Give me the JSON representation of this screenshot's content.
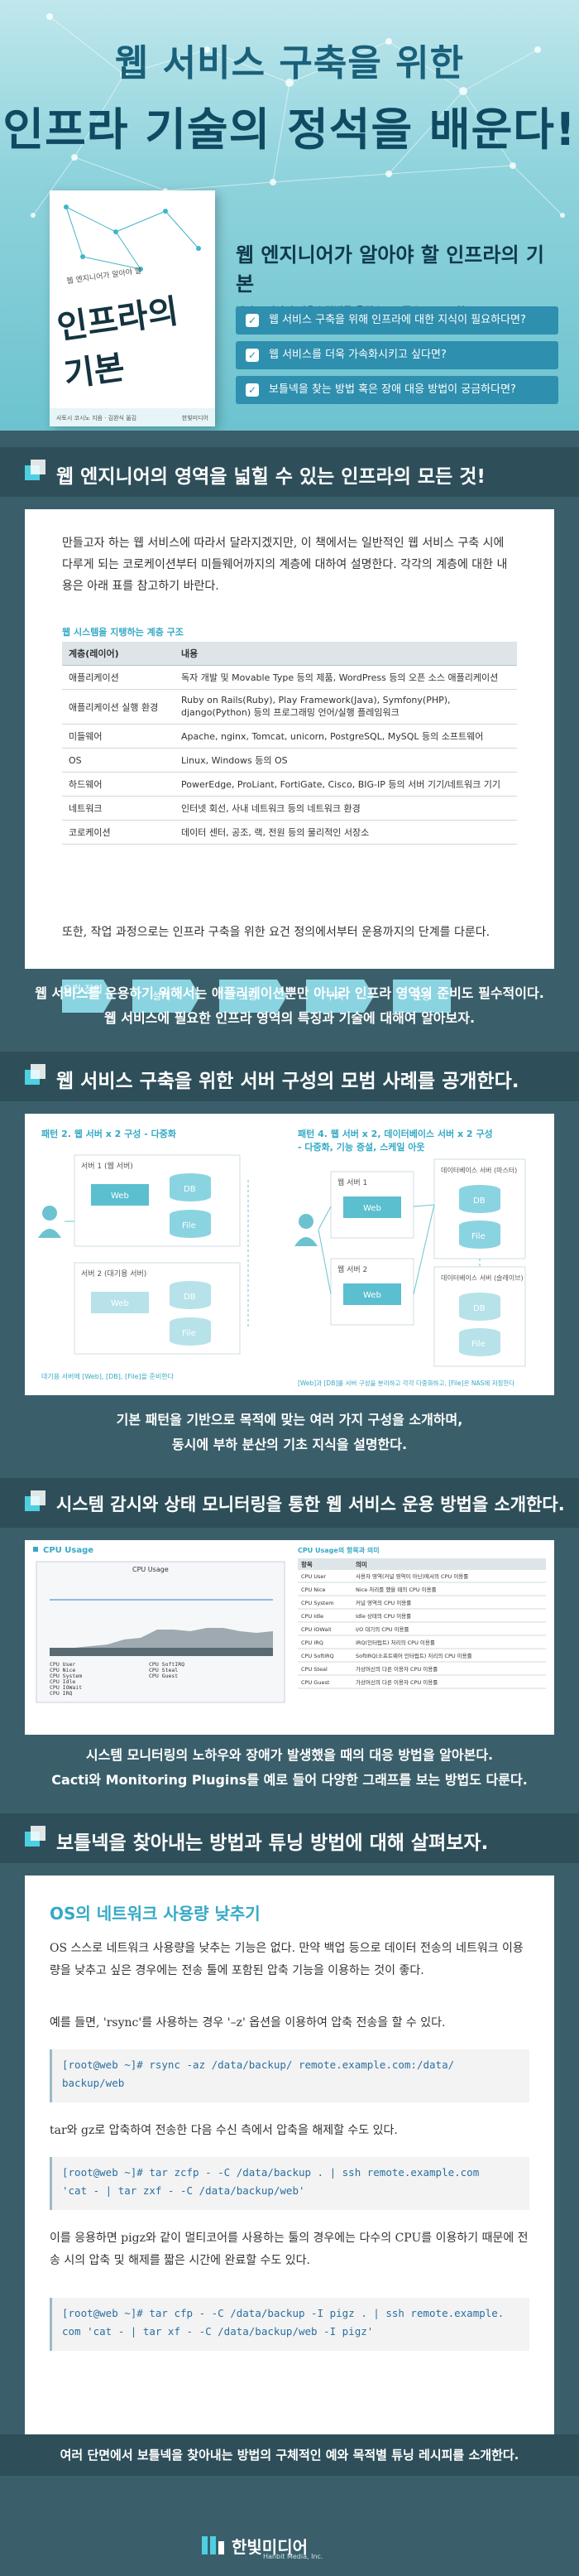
{
  "hero": {
    "line1": "웹 서비스 구축을 위한",
    "line2": "인프라 기술의 정석을 배운다!",
    "book_title": "인프라의 기본",
    "book_sub": "웹 엔지니어가 알아야 할",
    "book_authors": "사토시 코시노 지음 · 김완식 옮김",
    "book_publisher": "한빛미디어",
    "subtitle": "웹 엔지니어가 알아야 할 인프라의 기본",
    "meta": "바바 도시아키 지음 | 김범국 옮김 | 332쪽 | 23,000원",
    "checks": [
      "웹 서비스 구축을 위해 인프라에 대한 지식이 필요하다면?",
      "웹 서비스를 더욱 가속화시키고 싶다면?",
      "보틀넥을 찾는 방법 혹은 장애 대응 방법이 궁금하다면?"
    ],
    "check_icon": "check-icon"
  },
  "section1": {
    "heading": "웹 엔지니어의 영역을 넓힐 수 있는 인프라의 모든 것!",
    "intro": "만들고자 하는 웹 서비스에 따라서 달라지겠지만, 이 책에서는 일반적인 웹 서비스 구축 시에 다루게 되는 코로케이션부터 미들웨어까지의 계층에 대하여 설명한다. 각각의 계층에 대한 내용은 아래 표를 참고하기 바란다.",
    "table_title": "웹 시스템을 지탱하는 계층 구조",
    "table_headers": [
      "계층(레이어)",
      "내용"
    ],
    "table_rows": [
      [
        "애플리케이션",
        "독자 개발 및 Movable Type 등의 제품, WordPress 등의 오픈 소스 애플리케이션"
      ],
      [
        "애플리케이션 실행 환경",
        "Ruby on Rails(Ruby), Play Framework(Java), Symfony(PHP), django(Python) 등의 프로그래밍 언어/실행 플레임워크"
      ],
      [
        "미들웨어",
        "Apache, nginx, Tomcat, unicorn, PostgreSQL, MySQL 등의 소프트웨어"
      ],
      [
        "OS",
        "Linux, Windows 등의 OS"
      ],
      [
        "하드웨어",
        "PowerEdge, ProLiant, FortiGate, Cisco, BIG-IP 등의 서버 기기/네트워크 기기"
      ],
      [
        "네트워크",
        "인터넷 회선, 사내 네트워크 등의 네트워크 환경"
      ],
      [
        "코로케이션",
        "데이터 센터, 공조, 랙, 전원 등의 물리적인 서장소"
      ]
    ],
    "outro": "또한, 작업 과정으로는 인프라 구축을 위한 요건 정의에서부터 운용까지의 단계를 다룬다.",
    "flow": [
      "요건 정의",
      "설계",
      "조달",
      "구축",
      "운용"
    ],
    "caption": [
      "웹 서비스를 운용하기 위해서는 애플리케이션뿐만 아니라 인프라 영역의 준비도 필수적이다.",
      "웹 서비스에 필요한 인프라 영역의 특징과 기술에 대해여 알아보자."
    ]
  },
  "section2": {
    "heading": "웹 서비스 구축을 위한 서버 구성의 모범 사례를 공개한다.",
    "left_title": "패턴 2. 웹 서버 x 2 구성 - 다중화",
    "right_title": "패턴 4. 웹 서버 x 2, 데이터베이스 서버 x 2 구성",
    "right_title2": "- 다중화, 기능 증설, 스케일 아웃",
    "left_box1": "서버 1 (웹 서버)",
    "left_box2": "서버 2 (대기용 서버)",
    "web": "Web",
    "db": "DB",
    "file": "File",
    "web_server1": "웹 서버 1",
    "web_server2": "웹 서버 2",
    "db_master": "데이터베이스 서버 (마스터)",
    "db_slave": "데이터베이스 서버 (슬레이브)",
    "left_note": "대기용 서버에 [Web], [DB], [File]을 준비한다",
    "right_note": "[Web]과 [DB]를 서버 구성을 분리하고 각각 다중화하고, [File]은 NAS에 저장한다",
    "caption": [
      "기본 패턴을 기반으로 목적에 맞는 여러 가지 구성을 소개하며,",
      "동시에 부하 분산의 기초 지식을 설명한다."
    ]
  },
  "section3": {
    "heading": "시스템 감시와 상태 모니터링을 통한 웹 서비스 운용 방법을 소개한다.",
    "chart_title": "CPU Usage",
    "chart_subtitle": "CPU Usage",
    "legend": [
      "CPU User",
      "CPU Nice",
      "CPU System",
      "CPU Idle",
      "CPU IOWait",
      "CPU IRQ",
      "CPU SoftIRQ",
      "CPU Steal",
      "CPU Guest"
    ],
    "table_title": "CPU Usage의 항목과 의미",
    "table_headers": [
      "항목",
      "의미"
    ],
    "table_rows": [
      [
        "CPU User",
        "사용자 영역(커널 영역이 아닌)에서의 CPU 이용률"
      ],
      [
        "CPU Nice",
        "Nice 처리를 했을 때의 CPU 이용률"
      ],
      [
        "CPU System",
        "커널 영역의 CPU 이용률"
      ],
      [
        "CPU Idle",
        "Idle 상태의 CPU 이용률"
      ],
      [
        "CPU IOWait",
        "I/O 대기의 CPU 이용률"
      ],
      [
        "CPU IRQ",
        "IRQ(인터럽트) 처리의 CPU 이용률"
      ],
      [
        "CPU SoftIRQ",
        "SoftIRQ(소프트웨어 인터럽트) 처리의 CPU 이용률"
      ],
      [
        "CPU Steal",
        "가상머신의 다른 이용자 CPU 이용률"
      ],
      [
        "CPU Guest",
        "가상머신의 다른 이용자 CPU 이용률"
      ]
    ],
    "caption": [
      "시스템 모니터링의 노하우와 장애가 발생했을 때의 대응 방법을 알아본다.",
      "Cacti와 Monitoring Plugins를 예로 들어 다양한 그래프를 보는 방법도 다룬다."
    ]
  },
  "section4": {
    "heading": "보틀넥을 찾아내는 방법과 튜닝 방법에 대해 살펴보자.",
    "title": "OS의 네트워크 사용량 낮추기",
    "p1": "OS 스스로 네트워크 사용량을 낮추는 기능은 없다. 만약 백업 등으로 데이터 전송의 네트워크 이용량을 낮추고 싶은 경우에는 전송 툴에 포함된 압축 기능을 이용하는 것이 좋다.",
    "p2": "예를 들면, 'rsync'를 사용하는 경우 '–z' 옵션을 이용하여 압축 전송을 할 수 있다.",
    "code1": [
      "[root@web ~]# rsync -az /data/backup/ remote.example.com:/data/",
      "backup/web"
    ],
    "p3": "tar와 gz로 압축하여 전송한 다음 수신 측에서 압축을 해제할 수도 있다.",
    "code2": [
      "[root@web ~]# tar zcfp - -C /data/backup . | ssh remote.example.com",
      "'cat - | tar zxf - -C /data/backup/web'"
    ],
    "p4": "이를 응용하면 pigz와 같이 멀티코어를 사용하는 툴의 경우에는 다수의 CPU를 이용하기 때문에 전송 시의 압축 및 해제를 짧은 시간에 완료할 수도 있다.",
    "code3": [
      "[root@web ~]# tar cfp - -C /data/backup -I pigz . | ssh remote.example.",
      "com 'cat - | tar xf - -C /data/backup/web -I pigz'"
    ],
    "caption": "여러 단면에서 보틀넥을 찾아내는 방법의 구체적인 예와 목적별 튜닝 레시피를 소개한다."
  },
  "footer": {
    "logo": "한빛미디어",
    "logo_sub": "Hanbit Media, Inc."
  }
}
